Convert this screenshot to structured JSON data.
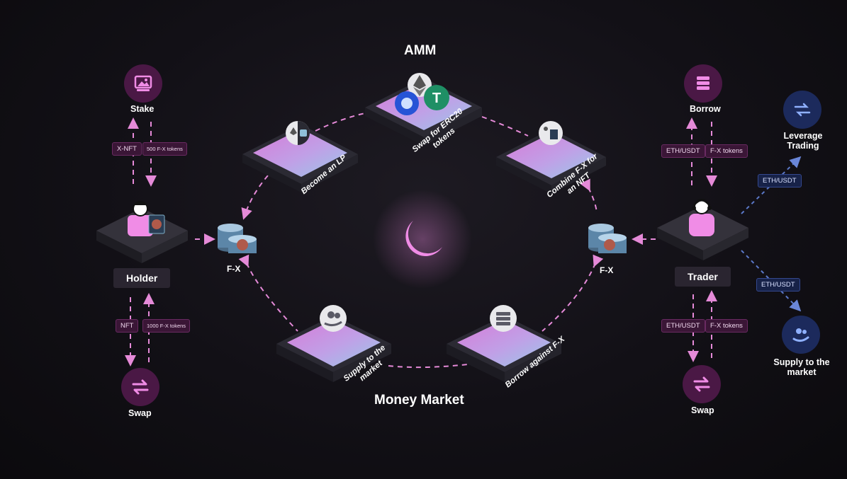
{
  "titles": {
    "amm": "AMM",
    "money_market": "Money Market"
  },
  "platforms": {
    "swap_erc20": {
      "label_l1": "Swap for ERC20",
      "label_l2": "tokens"
    },
    "become_lp": {
      "label": "Become an LP"
    },
    "combine_fx": {
      "label_l1": "Combine F-X for",
      "label_l2": "an NFT"
    },
    "supply": {
      "label_l1": "Supply to the",
      "label_l2": "market"
    },
    "borrow": {
      "label": "Borrow against F-X"
    }
  },
  "holder": {
    "name": "Holder",
    "stake_label": "Stake",
    "swap_label": "Swap",
    "tags": {
      "xnft": "X-NFT",
      "fx500": "500 F-X tokens",
      "nft": "NFT",
      "fx1000": "1000 F-X tokens"
    }
  },
  "trader": {
    "name": "Trader",
    "borrow_label": "Borrow",
    "swap_label": "Swap",
    "leverage_label_l1": "Leverage",
    "leverage_label_l2": "Trading",
    "supply_label_l1": "Supply to the",
    "supply_label_l2": "market",
    "tags": {
      "eth_usdt_top": "ETH/USDT",
      "fx_top": "F-X tokens",
      "eth_usdt_bottom": "ETH/USDT",
      "fx_bottom": "F-X tokens",
      "eth_usdt_lev": "ETH/USDT",
      "eth_usdt_supply": "ETH/USDT"
    }
  },
  "fx_left": "F-X",
  "fx_right": "F-X",
  "colors": {
    "accent_pink": "#f08ce6",
    "dash_pink": "#e58ad8",
    "dash_blue": "#5b78c8",
    "icon_bg": "#4a1845",
    "icon_bg_blue": "#1c2a5c"
  },
  "icons": [
    "image-icon",
    "swap-arrows-icon",
    "stack-icon",
    "user-hand-icon",
    "exchange-icon",
    "moon-icon",
    "ethereum-icon",
    "tether-icon",
    "bored-ape-icon",
    "coin-stack-icon"
  ]
}
